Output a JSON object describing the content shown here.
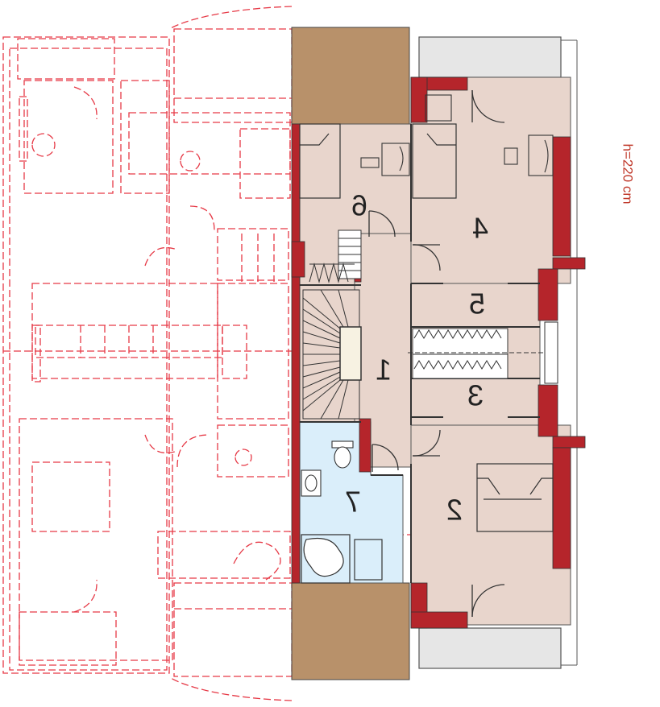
{
  "colors": {
    "wall": "#b5252b",
    "room_fill": "#e8d5cc",
    "bath_fill": "#daeefa",
    "roof_brown": "#b8916a",
    "balcony": "#e6e6e6",
    "ghost_lines": "#e63946",
    "furniture": "#333333"
  },
  "rooms": [
    {
      "id": "1",
      "label": "1"
    },
    {
      "id": "2",
      "label": "2"
    },
    {
      "id": "3",
      "label": "3"
    },
    {
      "id": "4",
      "label": "4"
    },
    {
      "id": "5",
      "label": "5"
    },
    {
      "id": "6",
      "label": "6"
    },
    {
      "id": "7",
      "label": "7"
    }
  ],
  "height_note": "h=220 cm",
  "icons": [
    "stair-icon",
    "door-swing-icon",
    "bed-icon",
    "desk-icon",
    "wardrobe-icon",
    "toilet-icon",
    "sink-icon",
    "corner-bath-icon"
  ]
}
